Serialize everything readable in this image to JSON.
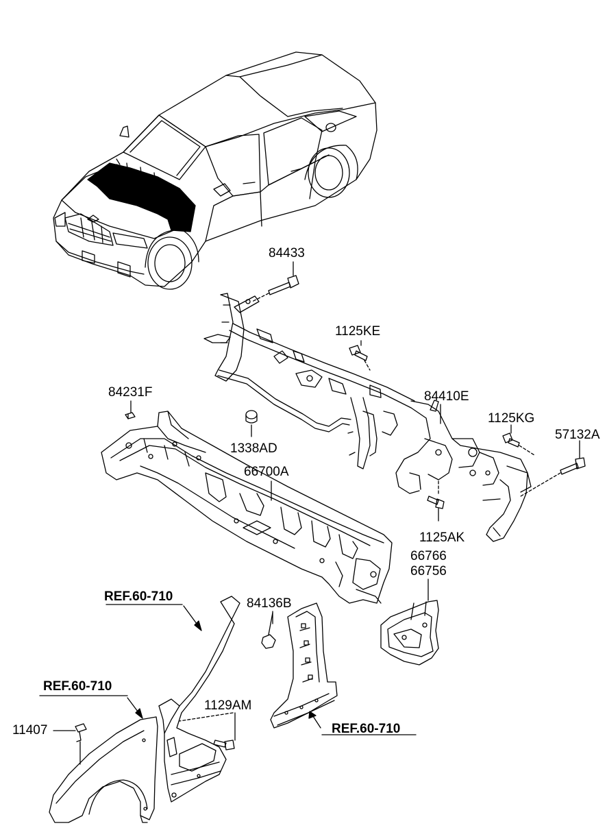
{
  "colors": {
    "ink": "#000000",
    "paper": "#ffffff"
  },
  "labels": {
    "p84433": "84433",
    "p1125KE": "1125KE",
    "p84231F": "84231F",
    "p84410E": "84410E",
    "p1125KG": "1125KG",
    "p57132A": "57132A",
    "p1338AD": "1338AD",
    "p66700A": "66700A",
    "p1125AK": "1125AK",
    "p66766": "66766",
    "p66756": "66756",
    "p84136B": "84136B",
    "p1129AM": "1129AM",
    "p11407": "11407"
  },
  "references": {
    "ref_pillar": "REF.60-710",
    "ref_fender": "REF.60-710",
    "ref_side": "REF.60-710"
  },
  "icons": {
    "vehicle": "sedan-vehicle-icon",
    "bolt": "bolt-icon",
    "nut": "nut-icon",
    "clip": "clip-icon"
  }
}
